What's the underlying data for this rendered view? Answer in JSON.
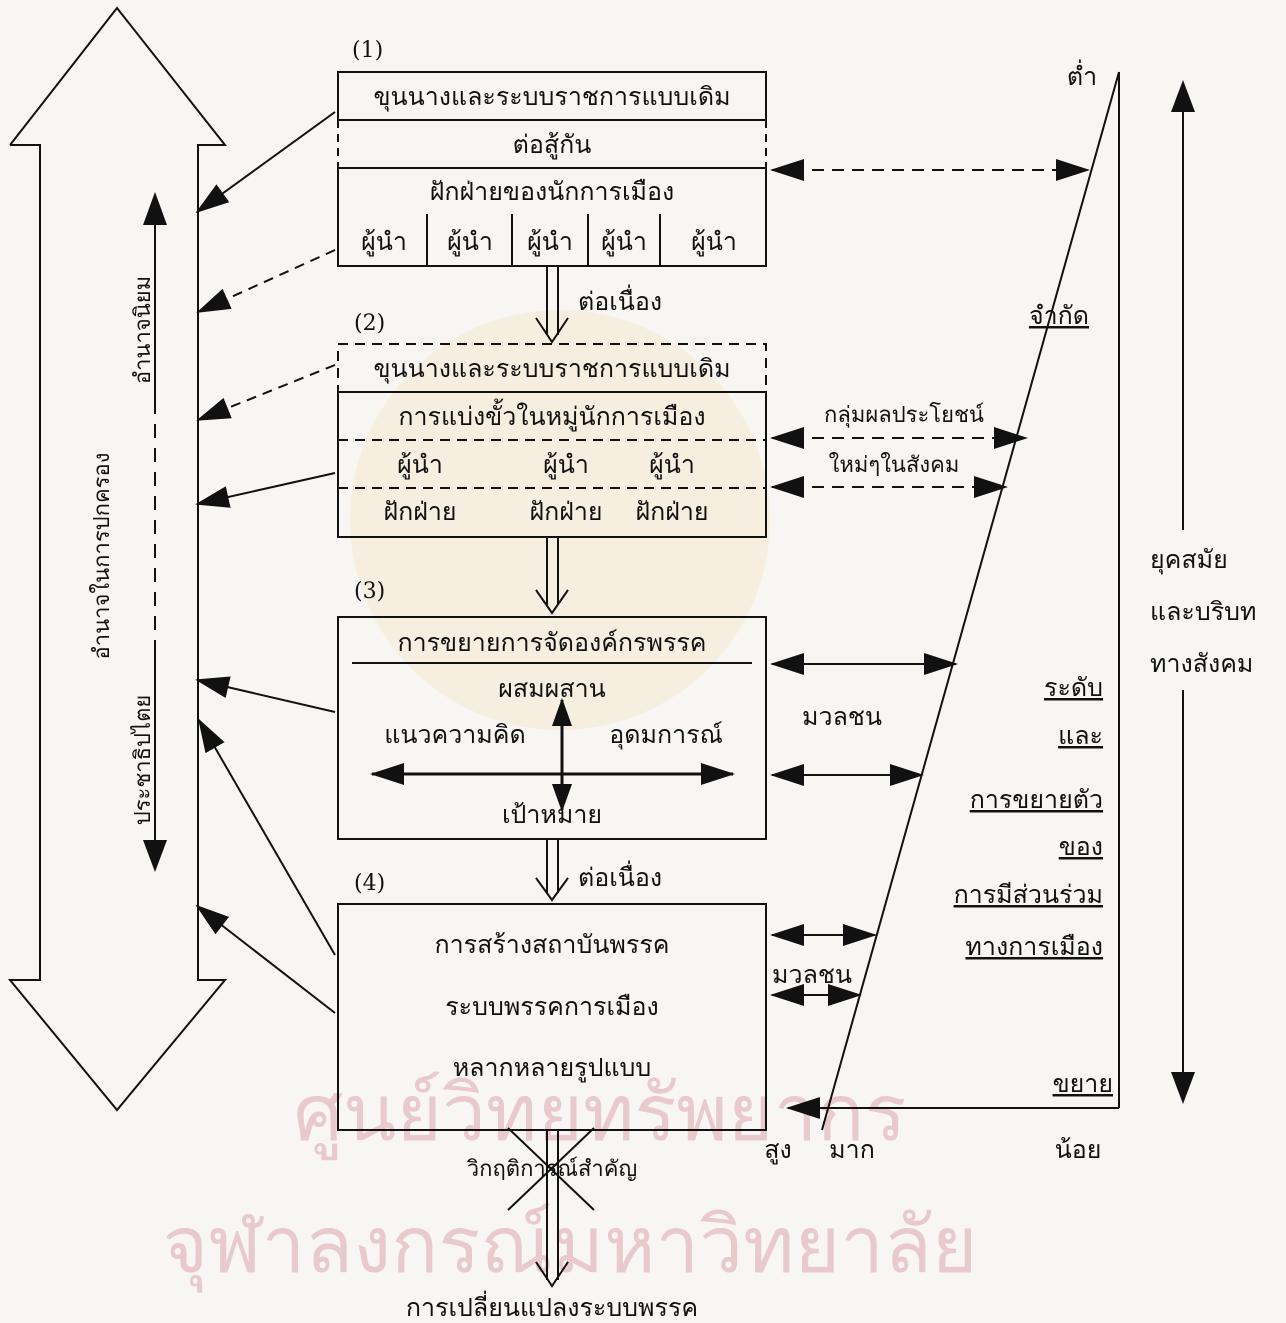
{
  "watermark": {
    "line1": "ศูนย์วิทยทรัพยากร",
    "line2": "จุฬาลงกรณ์มหาวิทยาลัย"
  },
  "left_axis": {
    "outer_label": "อำนาจในการปกครอง",
    "upper_label": "อำนาจนิยม",
    "lower_label": "ประชาธิปไตย"
  },
  "stage1": {
    "number": "(1)",
    "top_box": "ขุนนางและระบบราชการแบบเดิม",
    "middle": "ต่อสู้กัน",
    "faction_title": "ฝักฝ่ายของนักการเมือง",
    "leaders": [
      "ผู้นำ",
      "ผู้นำ",
      "ผู้นำ",
      "ผู้นำ",
      "ผู้นำ"
    ]
  },
  "link_1_2": "ต่อเนื่อง",
  "stage2": {
    "number": "(2)",
    "top_box": "ขุนนางและระบบราชการแบบเดิม",
    "title": "การแบ่งขั้วในหมู่นักการเมือง",
    "leaders": [
      "ผู้นำ",
      "ผู้นำ",
      "ผู้นำ"
    ],
    "factions": [
      "ฝักฝ่าย",
      "ฝักฝ่าย",
      "ฝักฝ่าย"
    ],
    "side_label_1": "กลุ่มผลประโยชน์",
    "side_label_2": "ใหม่ๆในสังคม"
  },
  "stage3": {
    "number": "(3)",
    "title": "การขยายการจัดองค์กรพรรค",
    "blend": "ผสมผสาน",
    "concept": "แนวความคิด",
    "ideology": "อุดมการณ์",
    "goal": "เป้าหมาย",
    "side_label": "มวลชน"
  },
  "link_3_4": "ต่อเนื่อง",
  "stage4": {
    "number": "(4)",
    "line1": "การสร้างสถาบันพรรค",
    "line2": "ระบบพรรคการเมือง",
    "line3": "หลากหลายรูปแบบ",
    "side_label": "มวลชน"
  },
  "crisis": "วิกฤติการณ์สำคัญ",
  "bottom": "การเปลี่ยนแปลงระบบพรรค",
  "participation": {
    "low": "ต่ำ",
    "limited": "จำกัด",
    "level_lines": [
      "ระดับ",
      "และ",
      "การขยายตัว",
      "ของ",
      "การมีส่วนร่วม",
      "ทางการเมือง"
    ],
    "expand": "ขยาย",
    "high": "สูง",
    "much": "มาก",
    "little": "น้อย"
  },
  "era": {
    "line1": "ยุคสมัย",
    "line2": "และบริบท",
    "line3": "ทางสังคม"
  }
}
